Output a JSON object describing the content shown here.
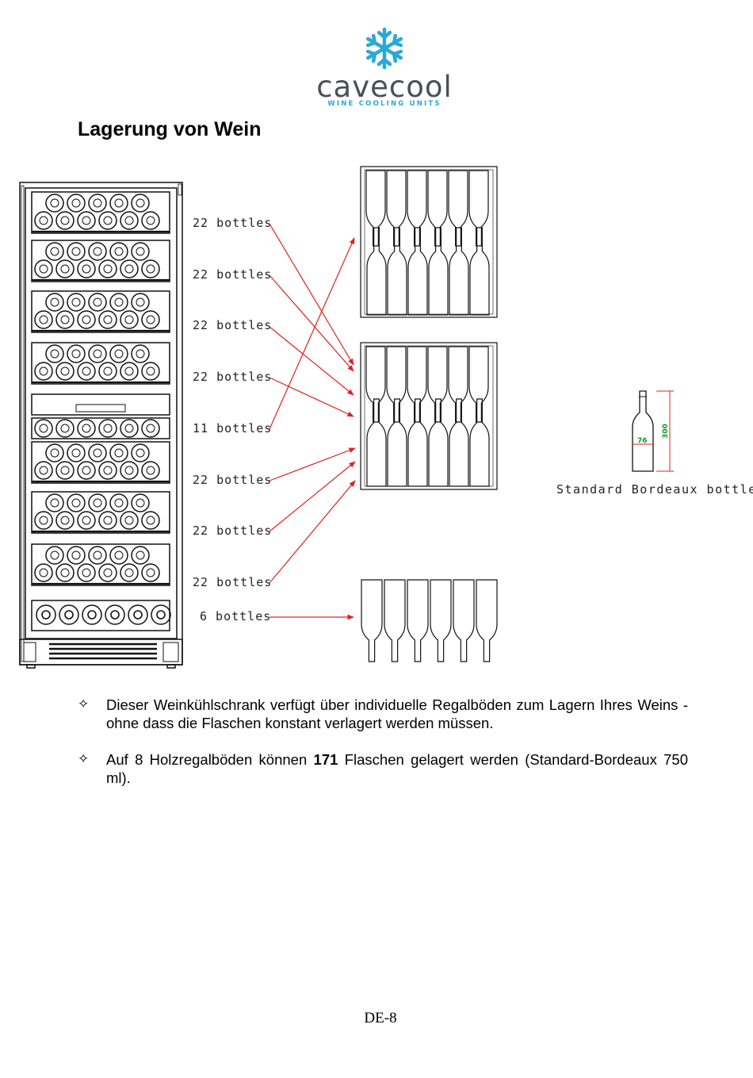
{
  "logo": {
    "name": "cavecool",
    "tagline": "WINE COOLING UNITS",
    "colors": {
      "snowflake": "#2aa9d8",
      "name": "#4c4f59",
      "tagline": "#2aa9d8"
    },
    "icon": "snowflake-icon"
  },
  "heading": "Lagerung von Wein",
  "figure": {
    "shelf_labels": [
      "22 bottles",
      "22 bottles",
      "22 bottles",
      "22 bottles",
      "11 bottles",
      "22 bottles",
      "22 bottles",
      "22 bottles",
      "6 bottles"
    ],
    "bottle_dim_width": "76",
    "bottle_dim_height": "300",
    "standard_bottle_label": "Standard Bordeaux bottle",
    "arrow_color": "#e02020"
  },
  "bullets": [
    {
      "icon": "four-point-star-icon",
      "text": "Dieser Weinkühlschrank verfügt über individuelle Regalböden zum Lagern Ihres Weins - ohne dass die Flaschen konstant verlagert werden müssen."
    },
    {
      "icon": "four-point-star-icon",
      "text_before": "Auf 8 Holzregalböden können ",
      "bold": "171",
      "text_after": " Flaschen gelagert werden (Standard-Bordeaux 750 ml)."
    }
  ],
  "page_number": "DE-8"
}
